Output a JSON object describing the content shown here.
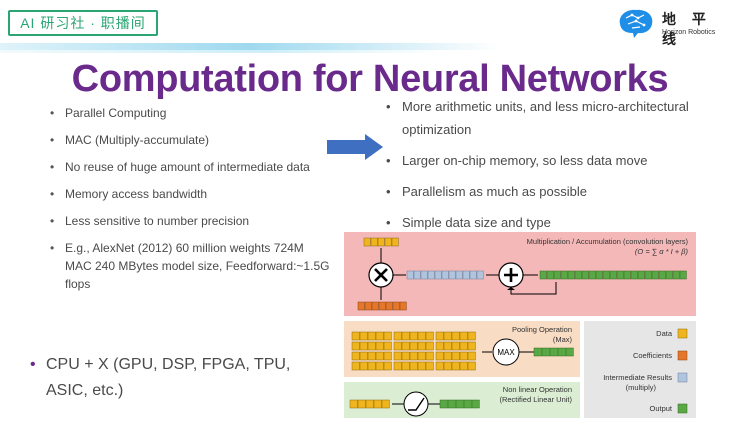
{
  "header": {
    "badge_text": "AI 研习社 · 职播间",
    "logo_cn": "地 平 线",
    "logo_en": "Horizon Robotics"
  },
  "slide": {
    "title": "Computation for Neural Networks",
    "left_bullets": [
      "Parallel Computing",
      "MAC (Multiply-accumulate)",
      "No reuse of huge amount of intermediate data",
      "Memory access bandwidth",
      "Less sensitive to number precision",
      "E.g., AlexNet (2012) 60 million weights 724M MAC 240 MBytes model size, Feedforward:~1.5G flops"
    ],
    "right_bullets": [
      "More arithmetic units, and less micro-architectural optimization",
      "Larger on-chip memory, so less data move",
      "Parallelism as much as possible",
      "Simple data size and type"
    ],
    "bottom_bullet": "CPU + X (GPU, DSP, FPGA, TPU, ASIC, etc.)"
  },
  "diagram": {
    "mac_title": "Multiplication / Accumulation (convolution layers)",
    "mac_formula": "(O = ∑ α * I + β)",
    "pool_title": "Pooling Operation",
    "pool_sub": "(Max)",
    "max_label": "MAX",
    "relu_title": "Non linear Operation",
    "relu_sub": "(Rectified Linear Unit)",
    "legend": [
      {
        "label": "Data",
        "color": "#f0b41e"
      },
      {
        "label": "Coefficients",
        "color": "#e5772a"
      },
      {
        "label": "Intermediate Results (multiply)",
        "color": "#b0c4de"
      },
      {
        "label": "Output",
        "color": "#5aa845"
      }
    ]
  },
  "colors": {
    "accent_title": "#6a2a8c",
    "badge_green": "#2aa574",
    "arrow_blue": "#3e6fc0",
    "mac_bg": "#f4b8b8",
    "pool_bg": "#f9dcc4",
    "relu_bg": "#dbeed3",
    "legend_bg": "#e6e6e6"
  }
}
